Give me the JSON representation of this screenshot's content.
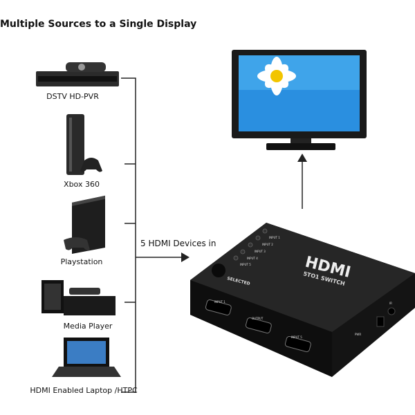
{
  "title": "Multiple Sources to a Single Display",
  "sources": [
    {
      "label": "DSTV HD-PVR"
    },
    {
      "label": "Xbox 360"
    },
    {
      "label": "Playstation"
    },
    {
      "label": "Media Player"
    },
    {
      "label": "HDMI Enabled Laptop /HTPC"
    }
  ],
  "connector_label": "5 HDMI Devices in",
  "switch": {
    "brand": "HDMI",
    "model": "5TO1 SWITCH",
    "button_label": "SELECTED",
    "leds": [
      "INPUT 1",
      "INPUT 2",
      "INPUT 3",
      "INPUT 4",
      "INPUT 5"
    ],
    "ports": [
      "INPUT 1",
      "OUTPUT",
      "INPUT 5"
    ],
    "power_label": "PWR",
    "ir_label": "IR"
  }
}
